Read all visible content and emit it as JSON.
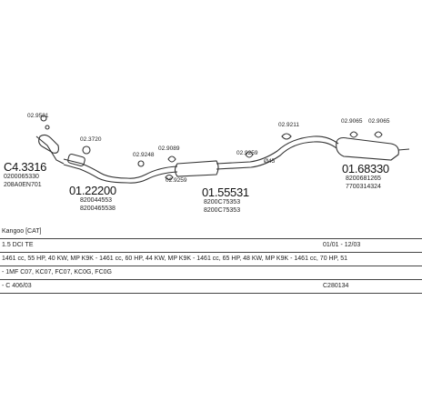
{
  "parts": {
    "p1": {
      "number": "C4.3316",
      "oem": [
        "0200065330",
        "208A0EN701"
      ]
    },
    "p2": {
      "number": "01.22200",
      "oem": [
        "820044553",
        "8200465538"
      ]
    },
    "p3": {
      "number": "01.55531",
      "oem": [
        "8200C75353",
        "8200C75353"
      ]
    },
    "p4": {
      "number": "01.68330",
      "oem": [
        "8200681265",
        "7700314324"
      ]
    }
  },
  "small_labels": {
    "a": "02.9581",
    "b": "02.3720",
    "c": "02.9248",
    "d": "02.9089",
    "e": "02.9259",
    "f": "02.9259",
    "g": "Ø45",
    "h": "02.9211",
    "i": "02.9065",
    "j": "02.9065"
  },
  "info_rows": [
    {
      "left": "Kangoo [CAT]",
      "right": ""
    },
    {
      "left": "1.5 DCI TE",
      "right": "01/01 - 12/03"
    },
    {
      "left": "1461 cc, 55 HP, 40 KW, MP K9K - 1461 cc, 60 HP, 44 KW, MP K9K - 1461 cc, 65 HP, 48 KW, MP K9K - 1461 cc, 70 HP, 51",
      "right": ""
    },
    {
      "left": "- 1MF C07, KC07, FC07, KC0G, FC0G",
      "right": ""
    },
    {
      "left": "- C 406/03",
      "right": "C280134"
    }
  ]
}
